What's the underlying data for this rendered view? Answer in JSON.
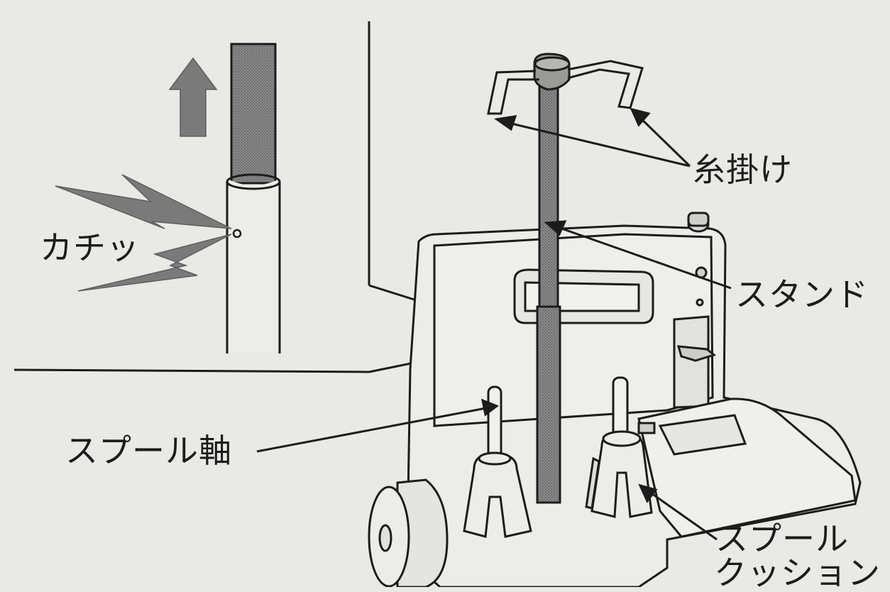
{
  "labels": {
    "click_sound": "カチッ",
    "thread_guide": "糸掛け",
    "stand": "スタンド",
    "spool_pin": "スプール軸",
    "spool_cushion_line1": "スプール",
    "spool_cushion_line2": "クッション"
  },
  "colors": {
    "background": "#e9e9e6",
    "line": "#1c1c1c",
    "shade": "#7a7a7a",
    "shade_dark": "#5e5e5e"
  }
}
